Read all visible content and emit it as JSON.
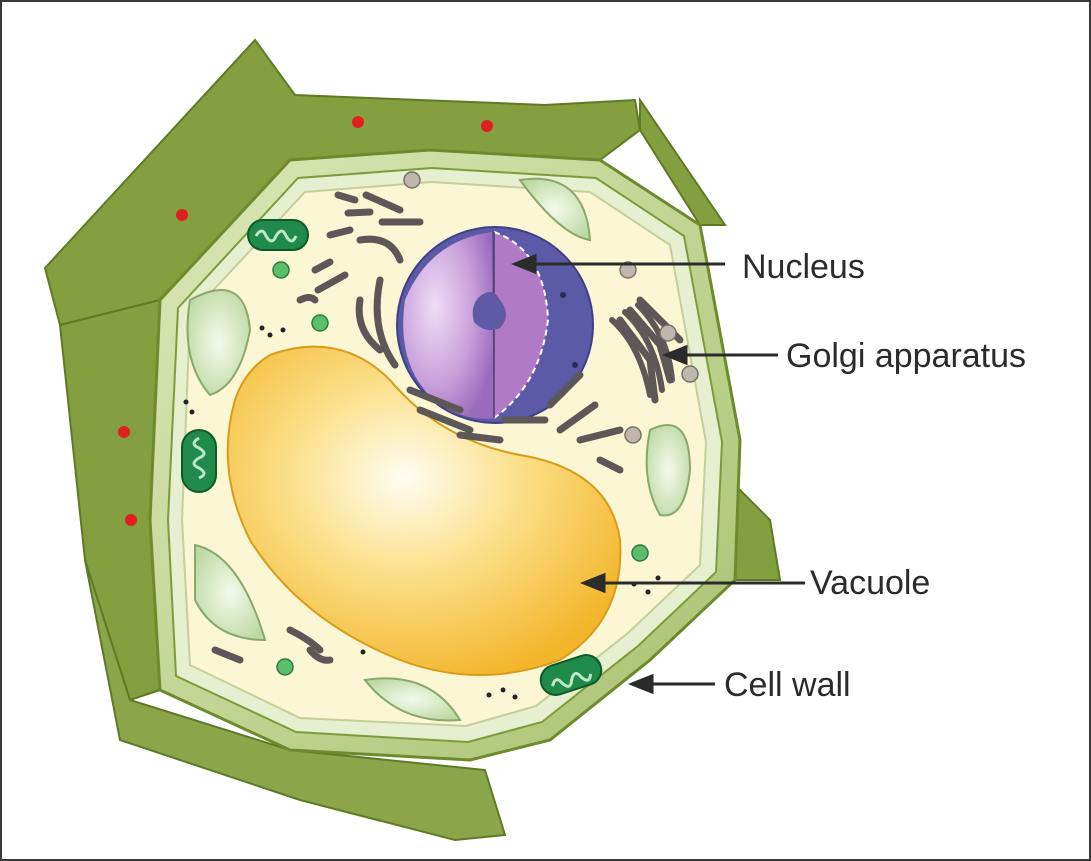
{
  "labels": {
    "nucleus": "Nucleus",
    "golgi": "Golgi apparatus",
    "vacuole": "Vacuole",
    "cell_wall": "Cell wall"
  },
  "colors": {
    "wall_dark": "#7f9a3a",
    "wall_light": "#c9dba0",
    "cytoplasm": "#fbf6d2",
    "vacuole": "#f8c84a",
    "nucleus_outer": "#5a5aa8",
    "nucleus_inner": "#c79ad6",
    "organelle_dark": "#5d5656",
    "mitochondria": "#1f8a4a",
    "chloroplast_pale": "#d6e8c4",
    "red_dot": "#e02020"
  }
}
